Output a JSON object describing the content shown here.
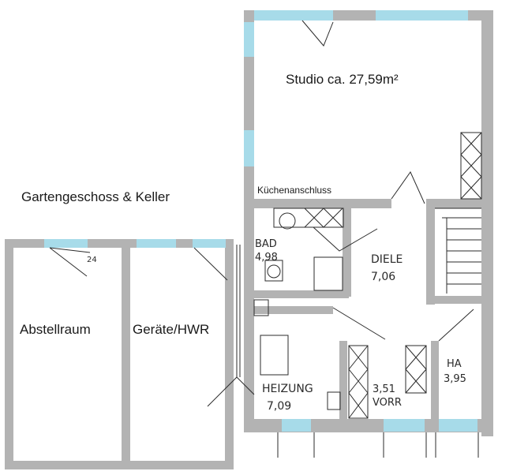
{
  "colors": {
    "wall": "#b3b3b3",
    "window": "#a7dbe9",
    "ink": "#2b2b2b",
    "background": "#ffffff"
  },
  "labels": {
    "floor_title": "Gartengeschoss & Keller",
    "studio": "Studio ca. 27,59m²",
    "kitchen_connection": "Küchenanschluss",
    "abstellraum": "Abstellraum",
    "geraete_hwr": "Geräte/HWR",
    "bad_name": "BAD",
    "bad_area": "4,98",
    "diele_name": "DIELE",
    "diele_area": "7,06",
    "heizung_name": "HEIZUNG",
    "heizung_area": "7,09",
    "vorr_area": "3,51",
    "vorr_name": "VORR",
    "ha_name": "HA",
    "ha_area": "3,95",
    "room_mark_24": "24"
  }
}
